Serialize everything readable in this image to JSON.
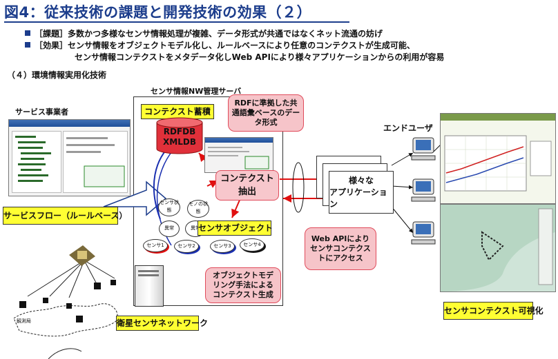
{
  "title": "図4：従来技術の課題と開発技術の効果（２）",
  "bullets": [
    {
      "tag": "［課題］",
      "text": "多数かつ多様なセンサ情報処理が複雑、データ形式が共通ではなくネット流通の妨げ"
    },
    {
      "tag": "［効果］",
      "text": "センサ情報をオブジェクトモデル化し、ルールベースにより任意のコンテクストが生成可能、"
    }
  ],
  "bullet_continuation": "センサ情報コンテクストをメタデータ化しWeb APIにより様々アプリケーションからの利用が容易",
  "section_heading": "（４）環境情報実用化技術",
  "server_label": "センサ情報NW管理サーバ",
  "service_provider_label": "サービス事業者",
  "context_storage_label": "コンテクスト蓄積",
  "db_line1": "RDFDB",
  "db_line2": "XMLDB",
  "rdf_callout": "RDFに準拠した共通語彙ベースのデータ形式",
  "context_extract": "コンテクスト抽出",
  "service_flow": "サービスフロー（ルールベース）",
  "sensor_object": "センサオブジェクト",
  "modeling_callout": "オブジェクトモデリング手法によるコンテクスト生成",
  "satellite_network": "衛星センサネットワーク",
  "various_apps_line1": "様々な",
  "various_apps_line2": "アプリケーション",
  "web_api_callout": "Web APIによりセンサコンテクストにアクセス",
  "end_user_label": "エンドユーザ",
  "visualization_label": "センサコンテクスト可視化",
  "sensor_nodes": [
    "センサ1",
    "センサ2",
    "センサ3",
    "センサ4"
  ],
  "state_nodes": [
    "センサ状態",
    "センサ状態",
    "異常",
    "異常",
    "モノの状態"
  ],
  "observation_label": "観測局"
}
